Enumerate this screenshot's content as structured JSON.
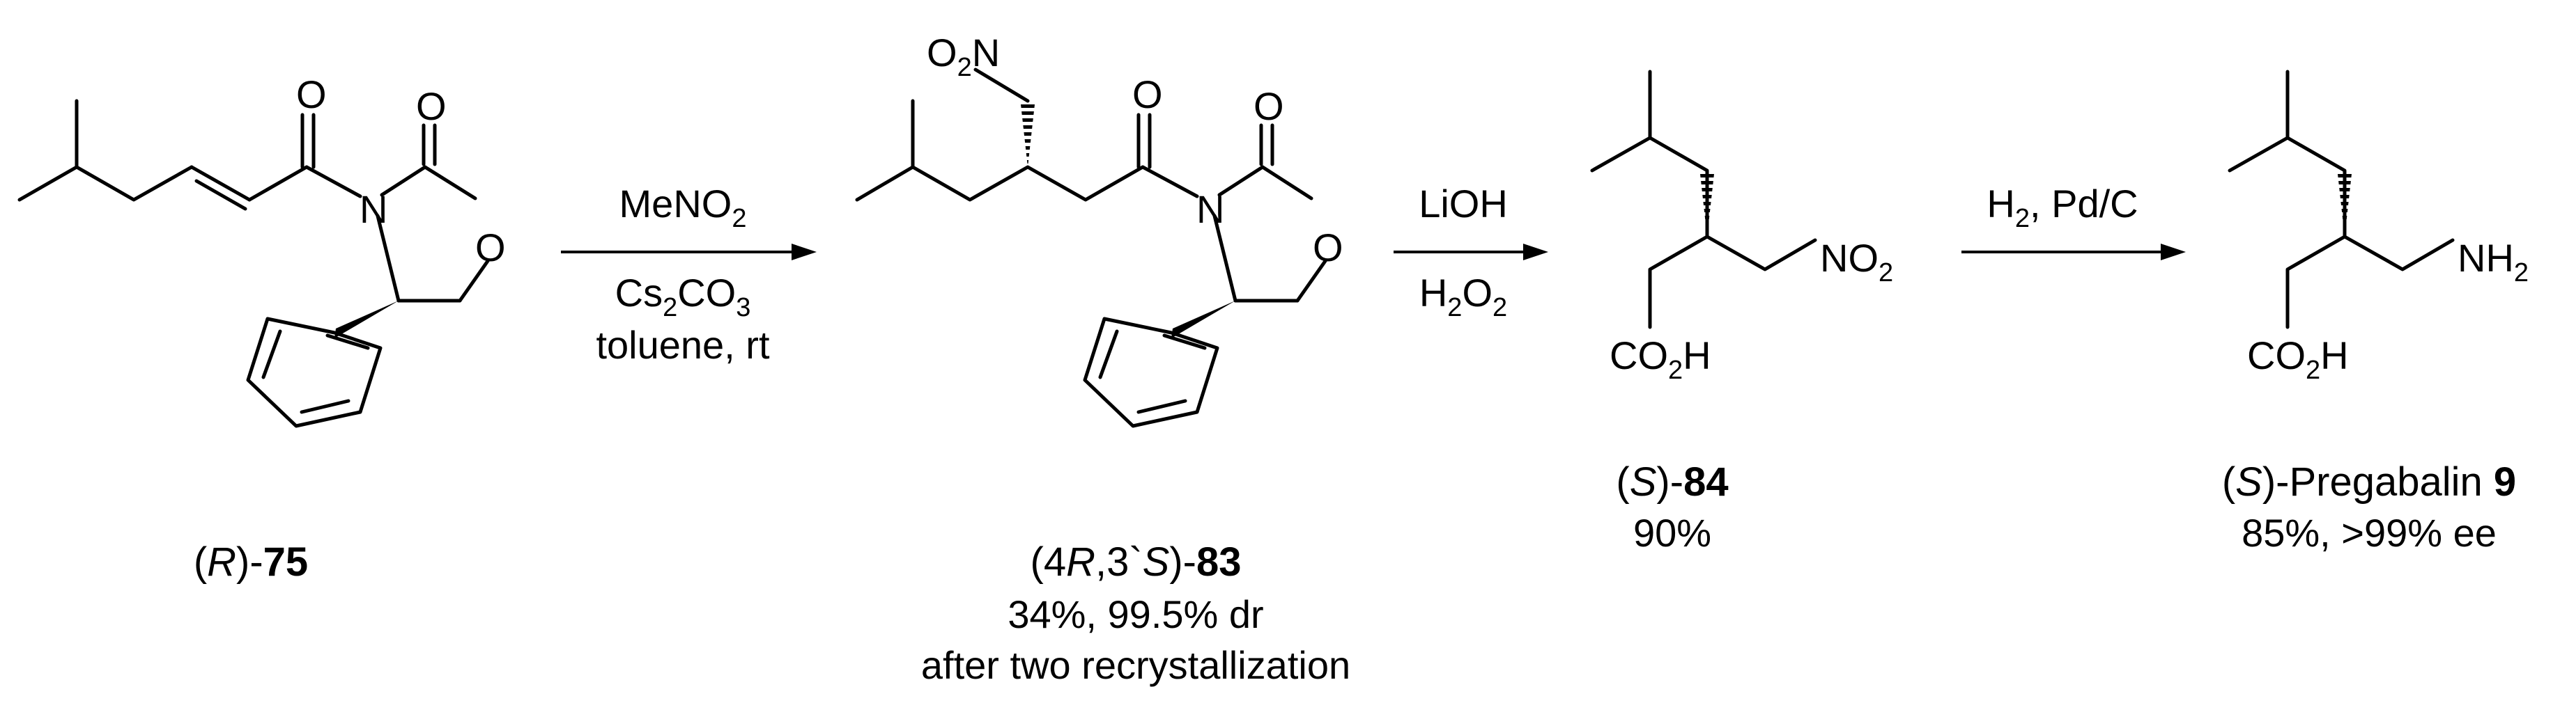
{
  "scheme": {
    "compounds": [
      {
        "id": "cpd-75",
        "label_prefix": "(",
        "label_stereo": "R",
        "label_mid": ")-",
        "label_number": "75",
        "atoms": {
          "O_carbonyl": "O",
          "O_ring_carbonyl": "O",
          "N": "N",
          "O_ring": "O"
        }
      },
      {
        "id": "cpd-83",
        "label_prefix": "(4",
        "label_stereo": "R",
        "label_mid": ",3`",
        "label_stereo2": "S",
        "label_mid2": ")-",
        "label_number": "83",
        "notes": [
          "34%, 99.5% dr",
          "after two recrystallization"
        ],
        "atoms": {
          "nitro_O": "O",
          "nitro_sub": "2",
          "nitro_N": "N",
          "O_carbonyl": "O",
          "O_ring_carbonyl": "O",
          "N": "N",
          "O_ring": "O"
        }
      },
      {
        "id": "cpd-84",
        "label_prefix": "(",
        "label_stereo": "S",
        "label_mid": ")-",
        "label_number": "84",
        "yield": "90%",
        "atoms": {
          "nitro_main": "NO",
          "nitro_sub": "2",
          "acid_main": "CO",
          "acid_sub": "2",
          "acid_end": "H"
        }
      },
      {
        "id": "cpd-9",
        "label_prefix": "(",
        "label_stereo": "S",
        "label_mid": ")-Pregabalin ",
        "label_number": "9",
        "yield": "85%, >99% ee",
        "atoms": {
          "amine_main": "NH",
          "amine_sub": "2",
          "acid_main": "CO",
          "acid_sub": "2",
          "acid_end": "H"
        }
      }
    ],
    "reactions": [
      {
        "id": "step-1",
        "above_main": "MeNO",
        "above_sub": "2",
        "below1_main": "Cs",
        "below1_sub": "2",
        "below1_end": "CO",
        "below1_sub2": "3",
        "below2": "toluene, rt"
      },
      {
        "id": "step-2",
        "above": "LiOH",
        "below_main": "H",
        "below_sub": "2",
        "below_end": "O",
        "below_sub2": "2"
      },
      {
        "id": "step-3",
        "above_main": "H",
        "above_sub": "2",
        "above_end": ", Pd/C"
      }
    ]
  }
}
